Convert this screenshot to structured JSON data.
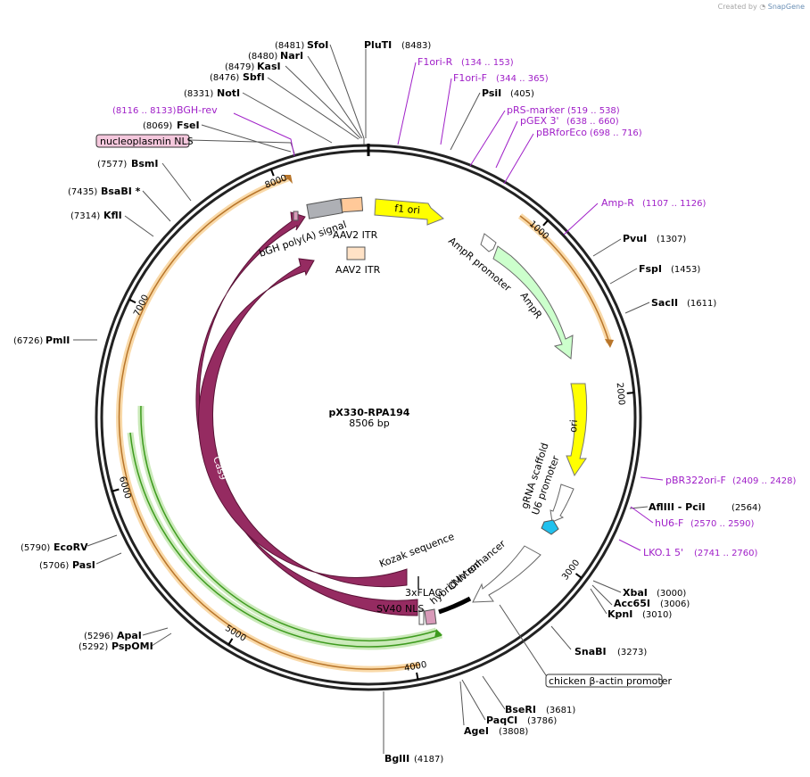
{
  "credit": {
    "prefix": "Created by",
    "brand": "SnapGene"
  },
  "plasmid": {
    "name": "pX330-RPA194",
    "length_label": "8506 bp",
    "length": 8506
  },
  "colors": {
    "cas9": "#952b61",
    "ori": "#ffff00",
    "ampr": "#ccffcc",
    "orange": "#e8a33c",
    "green": "#3e9b1f",
    "primer": "#a020c8",
    "nls": "#e3a6c5"
  },
  "ticks": [
    {
      "bp": 1000,
      "label": "1000"
    },
    {
      "bp": 2000,
      "label": "2000"
    },
    {
      "bp": 3000,
      "label": "3000"
    },
    {
      "bp": 4000,
      "label": "4000"
    },
    {
      "bp": 5000,
      "label": "5000"
    },
    {
      "bp": 6000,
      "label": "6000"
    },
    {
      "bp": 7000,
      "label": "7000"
    },
    {
      "bp": 8000,
      "label": "8000"
    }
  ],
  "sites": [
    {
      "name": "SfoI",
      "pos": "(8481)"
    },
    {
      "name": "NarI",
      "pos": "(8480)"
    },
    {
      "name": "KasI",
      "pos": "(8479)"
    },
    {
      "name": "SbfI",
      "pos": "(8476)"
    },
    {
      "name": "NotI",
      "pos": "(8331)"
    },
    {
      "name": "FseI",
      "pos": "(8069)"
    },
    {
      "name": "BsmI",
      "pos": "(7577)"
    },
    {
      "name": "BsaBI *",
      "pos": "(7435)"
    },
    {
      "name": "KflI",
      "pos": "(7314)"
    },
    {
      "name": "PmlI",
      "pos": "(6726)"
    },
    {
      "name": "EcoRV",
      "pos": "(5790)"
    },
    {
      "name": "PasI",
      "pos": "(5706)"
    },
    {
      "name": "ApaI",
      "pos": "(5296)"
    },
    {
      "name": "PspOMI",
      "pos": "(5292)"
    },
    {
      "name": "PluTI",
      "pos": "(8483)"
    },
    {
      "name": "PsiI",
      "pos": "(405)"
    },
    {
      "name": "PvuI",
      "pos": "(1307)"
    },
    {
      "name": "FspI",
      "pos": "(1453)"
    },
    {
      "name": "SacII",
      "pos": "(1611)"
    },
    {
      "name": "AflIII - PciI",
      "pos": "(2564)"
    },
    {
      "name": "XbaI",
      "pos": "(3000)"
    },
    {
      "name": "Acc65I",
      "pos": "(3006)"
    },
    {
      "name": "KpnI",
      "pos": "(3010)"
    },
    {
      "name": "SnaBI",
      "pos": "(3273)"
    },
    {
      "name": "BseRI",
      "pos": "(3681)"
    },
    {
      "name": "PaqCI",
      "pos": "(3786)"
    },
    {
      "name": "AgeI",
      "pos": "(3808)"
    },
    {
      "name": "BglII",
      "pos": "(4187)"
    }
  ],
  "primers": [
    {
      "name": "BGH-rev",
      "pos": "(8116 .. 8133)"
    },
    {
      "name": "F1ori-R",
      "pos": "(134 .. 153)"
    },
    {
      "name": "F1ori-F",
      "pos": "(344 .. 365)"
    },
    {
      "name": "pRS-marker",
      "pos": "(519 .. 538)"
    },
    {
      "name": "pGEX 3'",
      "pos": "(638 .. 660)"
    },
    {
      "name": "pBRforEco",
      "pos": "(698 .. 716)"
    },
    {
      "name": "Amp-R",
      "pos": "(1107 .. 1126)"
    },
    {
      "name": "pBR322ori-F",
      "pos": "(2409 .. 2428)"
    },
    {
      "name": "hU6-F",
      "pos": "(2570 .. 2590)"
    },
    {
      "name": "LKO.1 5'",
      "pos": "(2741 .. 2760)"
    }
  ],
  "boxed": {
    "nucleoplasmin": "nucleoplasmin NLS",
    "chicken": "chicken β-actin promoter"
  },
  "features": {
    "bgh": "bGH poly(A) signal",
    "aav1": "AAV2 ITR",
    "aav2": "AAV2 ITR",
    "f1ori": "f1 ori",
    "ampr_promoter": "AmpR promoter",
    "ampr": "AmpR",
    "ori": "ori",
    "u6": "U6 promoter",
    "grna": "gRNA scaffold",
    "cas9_outer": "Cas9",
    "cas9_inner": "Cas9",
    "kozak": "Kozak sequence",
    "cmv": "CMV enhancer",
    "intron": "hybrid intron",
    "flag": "3xFLAG",
    "sv40": "SV40 NLS"
  }
}
